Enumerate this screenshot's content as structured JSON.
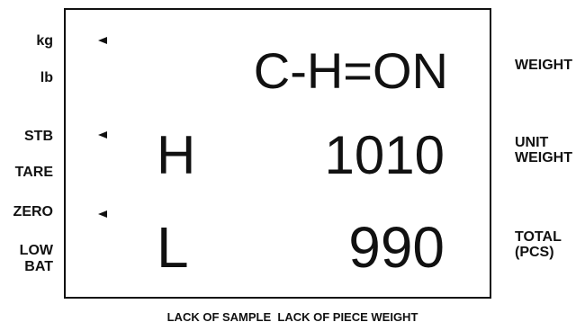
{
  "left_indicators": {
    "kg": "kg",
    "lb": "lb",
    "stb": "STB",
    "tare": "TARE",
    "zero": "ZERO",
    "low_bat_line1": "LOW",
    "low_bat_line2": "BAT"
  },
  "display": {
    "row1_value": "C-H=ON",
    "row2_mode": "H",
    "row2_value": "1010",
    "row3_mode": "L",
    "row3_value": "990"
  },
  "right_labels": {
    "weight": "WEIGHT",
    "unit_weight_line1": "UNIT",
    "unit_weight_line2": "WEIGHT",
    "total_line1": "TOTAL",
    "total_line2": "(PCS)"
  },
  "bottom_note": "LACK OF SAMPLE  LACK OF PIECE WEIGHT"
}
